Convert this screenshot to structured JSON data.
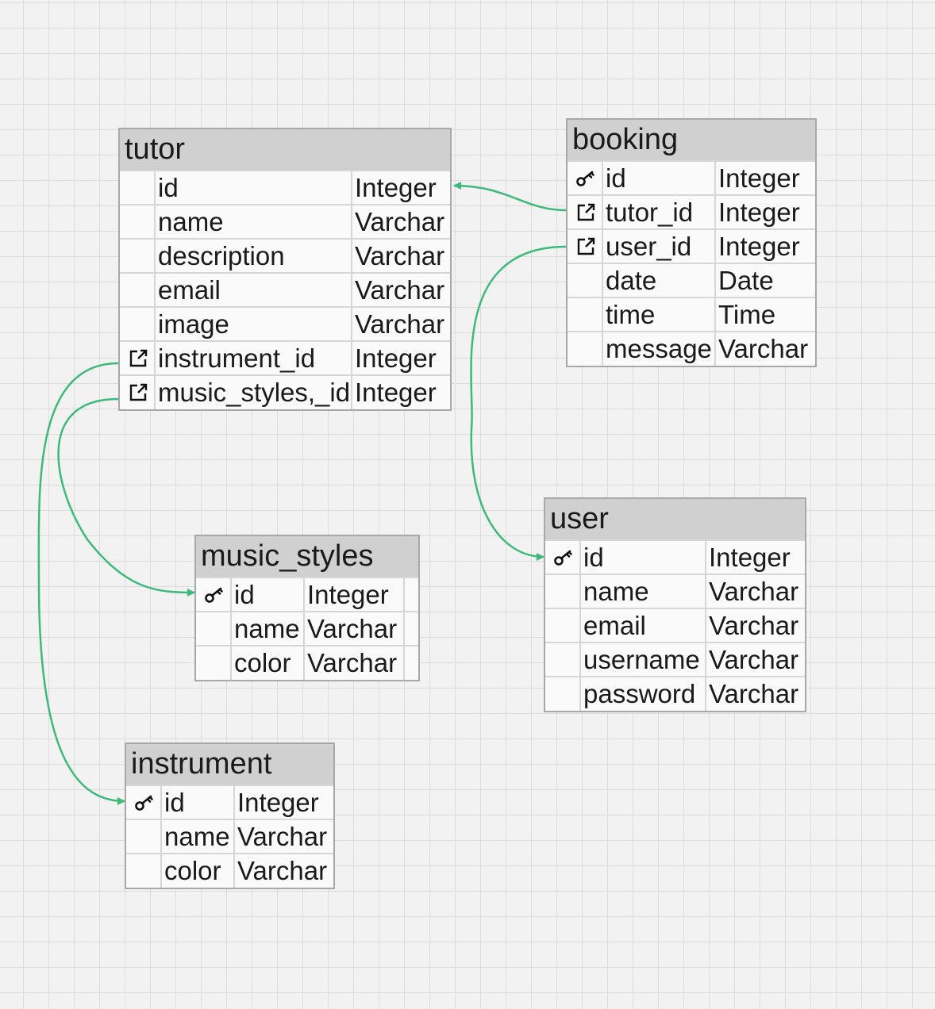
{
  "colors": {
    "connector": "#3dba7a",
    "title_bg": "#d0d0d0",
    "border": "#a8a8a8"
  },
  "entities": {
    "tutor": {
      "title": "tutor",
      "fields": [
        {
          "name": "id",
          "type": "Integer",
          "icon": ""
        },
        {
          "name": "name",
          "type": "Varchar",
          "icon": ""
        },
        {
          "name": "description",
          "type": "Varchar",
          "icon": ""
        },
        {
          "name": "email",
          "type": "Varchar",
          "icon": ""
        },
        {
          "name": "image",
          "type": "Varchar",
          "icon": ""
        },
        {
          "name": "instrument_id",
          "type": "Integer",
          "icon": "foreign-key-icon"
        },
        {
          "name": "music_styles,_id",
          "type": "Integer",
          "icon": "foreign-key-icon"
        }
      ]
    },
    "booking": {
      "title": "booking",
      "fields": [
        {
          "name": "id",
          "type": "Integer",
          "icon": "key-icon"
        },
        {
          "name": "tutor_id",
          "type": "Integer",
          "icon": "foreign-key-icon"
        },
        {
          "name": "user_id",
          "type": "Integer",
          "icon": "foreign-key-icon"
        },
        {
          "name": "date",
          "type": "Date",
          "icon": ""
        },
        {
          "name": "time",
          "type": "Time",
          "icon": ""
        },
        {
          "name": "message",
          "type": "Varchar",
          "icon": ""
        }
      ]
    },
    "music_styles": {
      "title": "music_styles",
      "fields": [
        {
          "name": "id",
          "type": "Integer",
          "icon": "key-icon"
        },
        {
          "name": "name",
          "type": "Varchar",
          "icon": ""
        },
        {
          "name": "color",
          "type": "Varchar",
          "icon": ""
        }
      ]
    },
    "user": {
      "title": "user",
      "fields": [
        {
          "name": "id",
          "type": "Integer",
          "icon": "key-icon"
        },
        {
          "name": "name",
          "type": "Varchar",
          "icon": ""
        },
        {
          "name": "email",
          "type": "Varchar",
          "icon": ""
        },
        {
          "name": "username",
          "type": "Varchar",
          "icon": ""
        },
        {
          "name": "password",
          "type": "Varchar",
          "icon": ""
        }
      ]
    },
    "instrument": {
      "title": "instrument",
      "fields": [
        {
          "name": "id",
          "type": "Integer",
          "icon": "key-icon"
        },
        {
          "name": "name",
          "type": "Varchar",
          "icon": ""
        },
        {
          "name": "color",
          "type": "Varchar",
          "icon": ""
        }
      ]
    }
  },
  "relationships": [
    {
      "from": "booking.tutor_id",
      "to": "tutor.id"
    },
    {
      "from": "booking.user_id",
      "to": "user.id"
    },
    {
      "from": "tutor.instrument_id",
      "to": "instrument.id"
    },
    {
      "from": "tutor.music_styles,_id",
      "to": "music_styles.id"
    }
  ]
}
